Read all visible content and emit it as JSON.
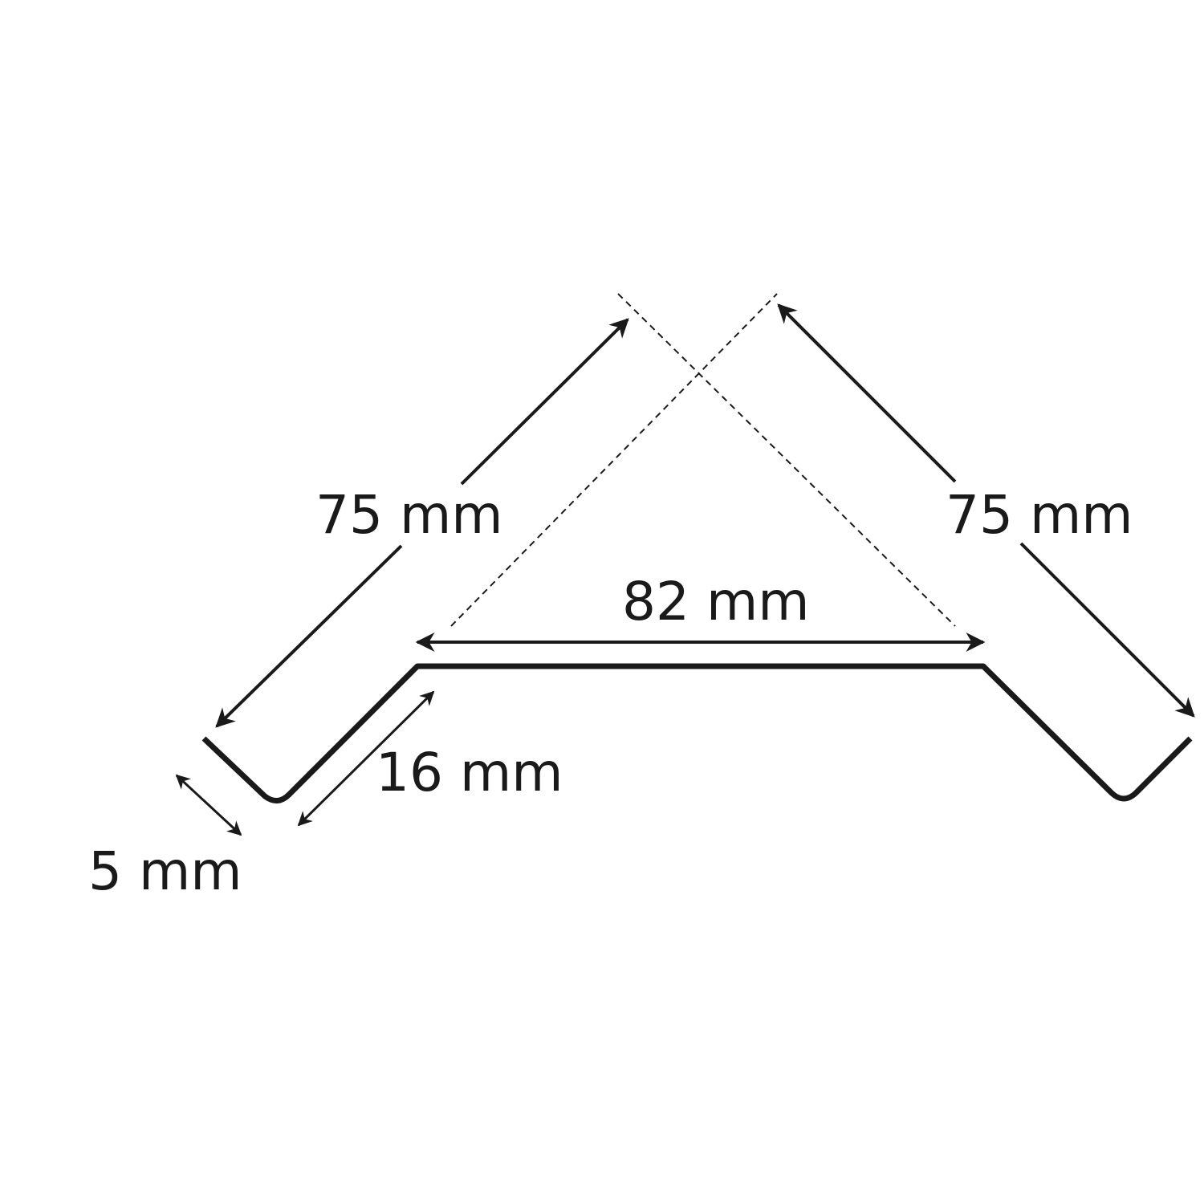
{
  "diagram": {
    "colors": {
      "line": "#1a1a1a",
      "background": "#ffffff"
    },
    "labels": {
      "left_leg": "75 mm",
      "right_leg": "75 mm",
      "flat_top": "82 mm",
      "short_bevel": "16 mm",
      "lip": "5 mm"
    }
  }
}
